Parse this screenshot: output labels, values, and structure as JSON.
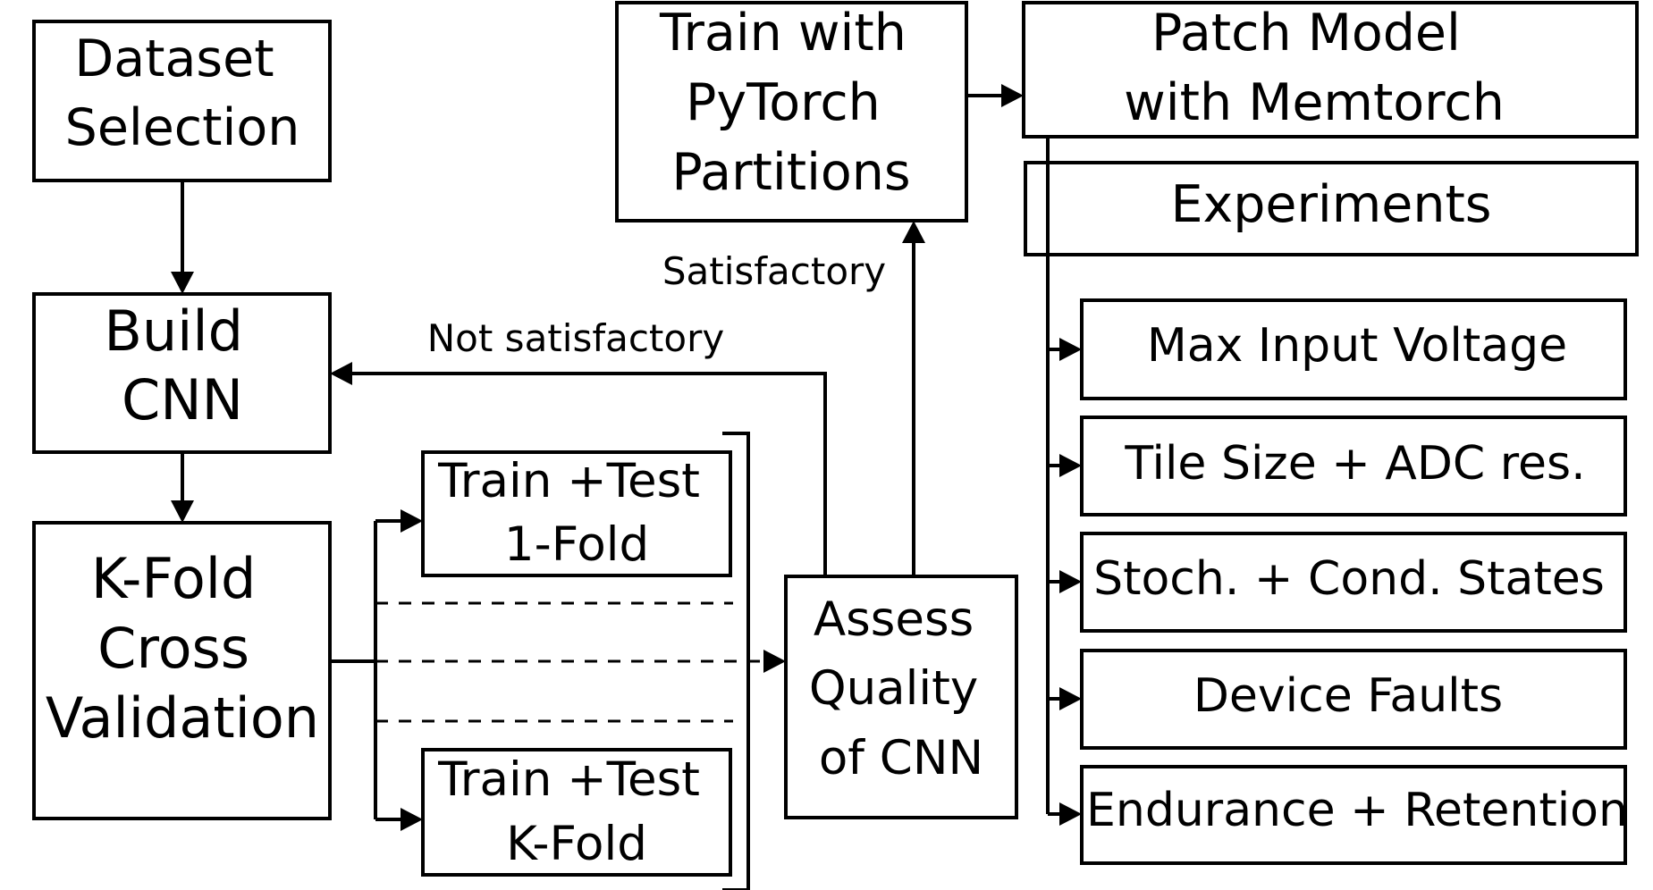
{
  "diagram": {
    "nodes": {
      "dataset_selection": {
        "lines": [
          "Dataset",
          "Selection"
        ]
      },
      "build_cnn": {
        "lines": [
          "Build",
          "CNN"
        ]
      },
      "kfold_cross_validation": {
        "lines": [
          "K-Fold",
          "Cross",
          "Validation"
        ]
      },
      "train_test_1fold": {
        "lines": [
          "Train +Test",
          "1-Fold"
        ]
      },
      "train_test_kfold": {
        "lines": [
          "Train +Test",
          "K-Fold"
        ]
      },
      "assess_quality": {
        "lines": [
          "Assess",
          "Quality",
          "of CNN"
        ]
      },
      "train_pytorch": {
        "lines": [
          "Train with",
          "PyTorch",
          "Partitions"
        ]
      },
      "patch_model": {
        "lines": [
          "Patch Model",
          "with Memtorch"
        ]
      },
      "experiments": {
        "lines": [
          "Experiments"
        ]
      },
      "exp_max_input_voltage": {
        "lines": [
          "Max Input Voltage"
        ]
      },
      "exp_tile_size": {
        "lines": [
          "Tile Size + ADC res."
        ]
      },
      "exp_stoch_states": {
        "lines": [
          "Stoch. + Cond. States"
        ]
      },
      "exp_device_faults": {
        "lines": [
          "Device Faults"
        ]
      },
      "exp_endurance": {
        "lines": [
          "Endurance + Retention"
        ]
      }
    },
    "edge_labels": {
      "satisfactory": "Satisfactory",
      "not_satisfactory": "Not satisfactory"
    },
    "edges": [
      {
        "from": "dataset_selection",
        "to": "build_cnn"
      },
      {
        "from": "build_cnn",
        "to": "kfold_cross_validation"
      },
      {
        "from": "kfold_cross_validation",
        "to": "train_test_1fold"
      },
      {
        "from": "kfold_cross_validation",
        "to": "train_test_kfold"
      },
      {
        "from": "kfold_cross_validation",
        "to": "assess_quality"
      },
      {
        "from": "assess_quality",
        "to": "train_pytorch",
        "label": "Satisfactory"
      },
      {
        "from": "assess_quality",
        "to": "build_cnn",
        "label": "Not satisfactory"
      },
      {
        "from": "train_pytorch",
        "to": "patch_model"
      },
      {
        "from": "patch_model",
        "to": "exp_max_input_voltage"
      },
      {
        "from": "patch_model",
        "to": "exp_tile_size"
      },
      {
        "from": "patch_model",
        "to": "exp_stoch_states"
      },
      {
        "from": "patch_model",
        "to": "exp_device_faults"
      },
      {
        "from": "patch_model",
        "to": "exp_endurance"
      }
    ]
  }
}
